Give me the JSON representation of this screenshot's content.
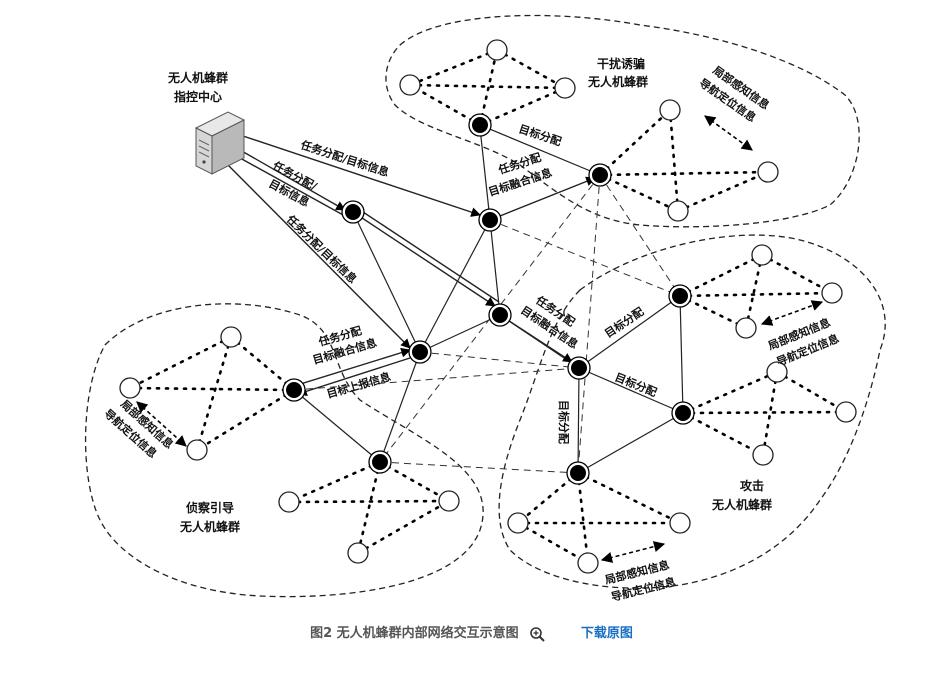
{
  "diagram": {
    "command_center_label": [
      "无人机蜂群",
      "指控中心"
    ],
    "groups": {
      "jamming": [
        "干扰诱骗",
        "无人机蜂群"
      ],
      "recon": [
        "侦察引导",
        "无人机蜂群"
      ],
      "attack": [
        "攻击",
        "无人机蜂群"
      ]
    },
    "local_info": [
      "局部感知信息",
      "导航定位信息"
    ],
    "edge_labels": {
      "cmd_to_center": "任务分配/目标信息",
      "cmd_to_n1a": "任务分配/",
      "cmd_to_n1b": "目标信息",
      "cmd_to_recon": "任务分配/目标信息",
      "jam_dist": "目标分配",
      "fusion_a": "任务分配",
      "fusion_b": "目标融合信息",
      "attack_a": "任务分配",
      "attack_b": "目标融合信息",
      "recon_a": "任务分配",
      "recon_b": "目标融合信息",
      "recon_report": "目标上报信息",
      "atk_dist1": "目标分配",
      "atk_dist2": "目标分配",
      "atk_dist3": "目标分配"
    }
  },
  "caption": {
    "text": "图2 无人机蜂群内部网络交互示意图",
    "download": "下载原图"
  },
  "icons": [
    "server-icon",
    "zoom-icon"
  ]
}
